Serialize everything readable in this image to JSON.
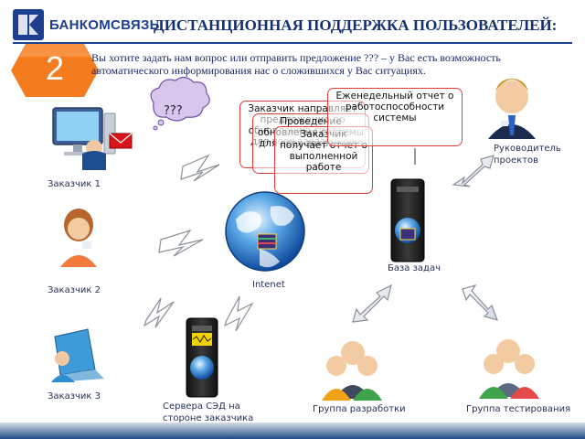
{
  "header": {
    "logo_icon": "logo-bks-icon",
    "brand": "БАНКОМСВЯЗЬ",
    "title": "ДИСТАНЦИОННАЯ ПОДДЕРЖКА ПОЛЬЗОВАТЕЛЕЙ:"
  },
  "step_number": "2",
  "intro": "Вы хотите задать нам вопрос или отправить предложение ??? – у Вас есть возможность автоматического информирования нас о сложившихся у Вас ситуациях.",
  "question_cloud": "???",
  "nodes": {
    "customer1": "Заказчик 1",
    "customer2": "Заказчик 2",
    "customer3": "Заказчик 3",
    "internet": "Intenet",
    "task_base": "База задач",
    "project_manager": "Руководитель проектов",
    "server": "Сервера СЭД на стороне заказчика",
    "dev_group": "Группа разработки",
    "test_group": "Группа тестирования"
  },
  "bubbles": [
    "Заказчик направляет предложение по обновлению системы для всех заказчиков",
    "Проведение обновления системы для всех заказчиков",
    "Заказчик получает отчет о выполненной работе",
    "Еженедельный отчет о работоспособности системы"
  ],
  "colors": {
    "brand_blue": "#1d3f8f",
    "badge_orange": "#f47c1f",
    "bubble_border": "#e23a3a"
  }
}
